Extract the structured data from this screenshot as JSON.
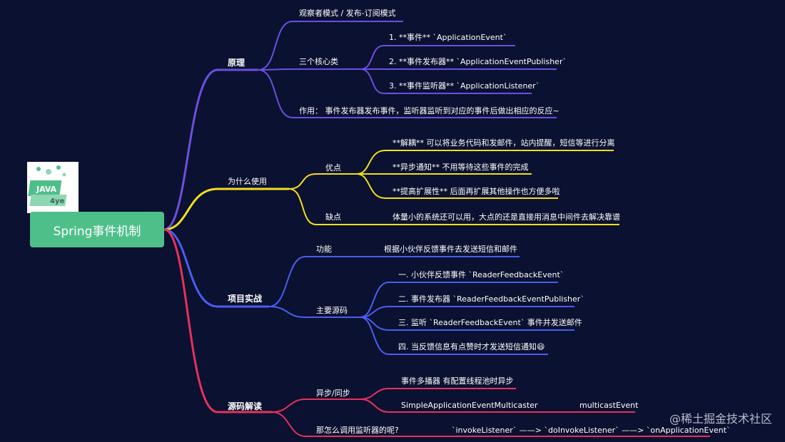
{
  "root": {
    "label": "Spring事件机制"
  },
  "watermark": "@稀土掘金技术社区",
  "colors": {
    "background": "#0b1130",
    "root": "#4fbf8a",
    "purple": "#6c4fe0",
    "yellow": "#f2e01a",
    "blue": "#4a5ef0",
    "red": "#e8315a"
  },
  "branches": {
    "principle": {
      "label": "原理",
      "observer": "观察者模式 / 发布-订阅模式",
      "core_classes": "三个核心类",
      "classes": [
        "1. **事件** `ApplicationEvent`",
        "2. **事件发布器** `ApplicationEventPublisher`",
        "3. **事件监听器** `ApplicationListener`"
      ],
      "effect": "作用： 事件发布器发布事件，监听器监听到对应的事件后做出相应的反应~"
    },
    "why": {
      "label": "为什么使用",
      "pros_label": "优点",
      "pros": [
        "**解耦** 可以将业务代码和发邮件，站内提醒，短信等进行分离",
        "**异步通知** 不用等待这些事件的完成",
        "**提高扩展性** 后面再扩展其他操作也方便多啦"
      ],
      "cons_label": "缺点",
      "cons": "体量小的系统还可以用，大点的还是直接用消息中间件去解决靠谱"
    },
    "practice": {
      "label": "项目实战",
      "function_label": "功能",
      "function": "根据小伙伴反馈事件去发送短信和邮件",
      "source_label": "主要源码",
      "steps": [
        "一. 小伙伴反馈事件 `ReaderFeedbackEvent`",
        "二. 事件发布器 `ReaderFeedbackEventPublisher`",
        "三. 监听 `ReaderFeedbackEvent` 事件并发送邮件",
        "四. 当反馈信息有点赞时才发送短信通知😄"
      ]
    },
    "source": {
      "label": "源码解读",
      "async_label": "异步/同步",
      "multicaster": "事件多播器 有配置线程池时异步",
      "simple": "SimpleApplicationEventMulticaster",
      "multicast": "multicastEvent",
      "call_label": "那怎么调用监听器的呢?",
      "call_chain": "`invokeListener` ——> `doInvokeListener` ——> `onApplicationEvent`"
    }
  }
}
